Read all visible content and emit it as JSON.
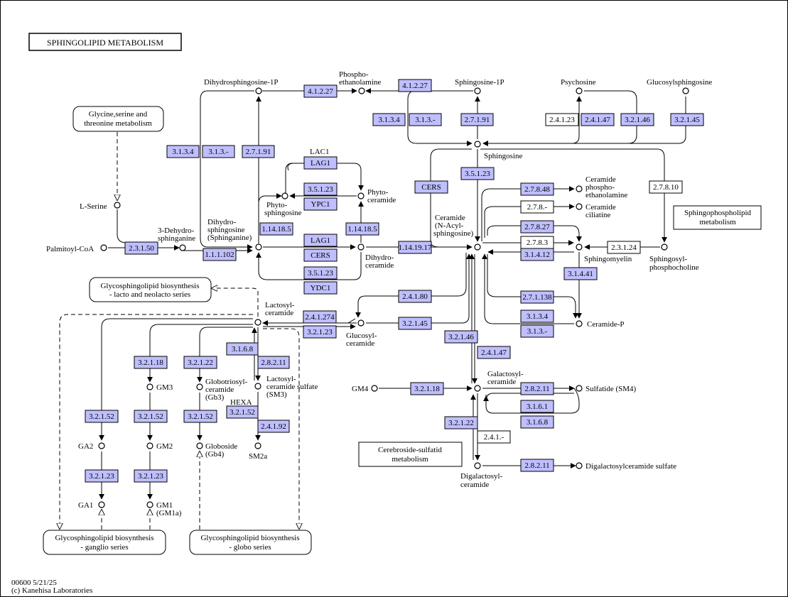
{
  "title": "SPHINGOLIPID METABOLISM",
  "footer": {
    "line1": "00600 5/21/25",
    "line2": "(c) Kanehisa Laboratories"
  },
  "maps": {
    "glycine": [
      "Glycine,serine and",
      "threonine metabolism"
    ],
    "lacto": [
      "Glycosphingolipid biosynthesis",
      "- lacto and neolacto series"
    ],
    "ganglio": [
      "Glycosphingolipid biosynthesis",
      "- ganglio series"
    ],
    "globo": [
      "Glycosphingolipid biosynthesis",
      "- globo series"
    ],
    "sphingophospho": [
      "Sphingophospholipid",
      "metabolism"
    ],
    "cerebroside": [
      "Cerebroside-sulfatid",
      "metabolism"
    ]
  },
  "compounds": {
    "serine": "L-Serine",
    "palmitoyl": "Palmitoyl-CoA",
    "dehydro": [
      "3-Dehydro-",
      "sphinganine"
    ],
    "dihydrosph": [
      "Dihydro-",
      "sphingosine",
      "(Sphinganine)"
    ],
    "dihydrosph1p": "Dihydrosphingosine-1P",
    "phosphoeth": [
      "Phospho-",
      "ethanolamine"
    ],
    "sph1p": "Sphingosine-1P",
    "psychosine": "Psychosine",
    "glucosylsph": "Glucosylsphingosine",
    "sphingosine": "Sphingosine",
    "lac1": "LAC1",
    "phytosph": [
      "Phyto-",
      "sphingosine"
    ],
    "phytocer": [
      "Phyto-",
      "ceramide"
    ],
    "dihydrocer": [
      "Dihydro-",
      "ceramide"
    ],
    "ceramide": [
      "Ceramide",
      "(N-Acyl-",
      "sphingosine)"
    ],
    "cerphosphoeth": [
      "Ceramide",
      "phospho-",
      "ethanolamine"
    ],
    "cerciliatine": [
      "Ceramide",
      "ciliatine"
    ],
    "sphingomyelin": "Sphingomyelin",
    "sphingosylpc": [
      "Sphingosyl-",
      "phosphocholine"
    ],
    "cerp": "Ceramide-P",
    "lactosylcer": [
      "Lactosyl-",
      "ceramide"
    ],
    "glucosylcer": [
      "Glucosyl-",
      "ceramide"
    ],
    "gm4": "GM4",
    "galactosylcer": [
      "Galactosyl-",
      "ceramide"
    ],
    "sulfatide": "Sulfatide (SM4)",
    "digalcer": [
      "Digalactosyl-",
      "ceramide"
    ],
    "digalcersulf": "Digalactosylceramide sulfate",
    "gm3": "GM3",
    "gb3": [
      "Globotriosyl-",
      "ceramide",
      "(Gb3)"
    ],
    "lacsulf": [
      "Lactosyl-",
      "ceramide sulfate",
      "(SM3)"
    ],
    "hexa": "HEXA",
    "sm2a": "SM2a",
    "ga2": "GA2",
    "gm2": "GM2",
    "globoside": [
      "Globoside",
      "(Gb4)"
    ],
    "ga1": "GA1",
    "gm1": [
      "GM1",
      "(GM1a)"
    ]
  },
  "enzymes": {
    "e2_3_1_50": "2.3.1.50",
    "e1_1_1_102": "1.1.1.102",
    "e3_1_3_4a": "3.1.3.4",
    "e3_1_3_a": "3.1.3.-",
    "e2_7_1_91a": "2.7.1.91",
    "e4_1_2_27a": "4.1.2.27",
    "e4_1_2_27b": "4.1.2.27",
    "e3_1_3_4b": "3.1.3.4",
    "e3_1_3_b": "3.1.3.-",
    "e2_7_1_91b": "2.7.1.91",
    "e2_4_1_23": "2.4.1.23",
    "e2_4_1_47a": "2.4.1.47",
    "e3_2_1_46a": "3.2.1.46",
    "e3_2_1_45a": "3.2.1.45",
    "e2_7_8_10": "2.7.8.10",
    "e3_5_1_23a": "3.5.1.23",
    "cers_a": "CERS",
    "lag1_a": "LAG1",
    "e3_5_1_23b": "3.5.1.23",
    "ypc1": "YPC1",
    "e1_14_18_5a": "1.14.18.5",
    "e1_14_18_5b": "1.14.18.5",
    "lag1_b": "LAG1",
    "cers_b": "CERS",
    "e3_5_1_23c": "3.5.1.23",
    "ydc1": "YDC1",
    "e1_14_19_17": "1.14.19.17",
    "e2_7_8_48": "2.7.8.48",
    "e2_7_8_x": "2.7.8.-",
    "e2_7_8_27": "2.7.8.27",
    "e2_7_8_3": "2.7.8.3",
    "e3_1_4_12": "3.1.4.12",
    "e2_3_1_24": "2.3.1.24",
    "e3_1_4_41": "3.1.4.41",
    "e2_7_1_138": "2.7.1.138",
    "e3_1_3_4c": "3.1.3.4",
    "e3_1_3_c": "3.1.3.-",
    "e2_4_1_80": "2.4.1.80",
    "e2_4_1_274": "2.4.1.274",
    "e3_2_1_23a": "3.2.1.23",
    "e3_2_1_45b": "3.2.1.45",
    "e3_2_1_46b": "3.2.1.46",
    "e2_4_1_47b": "2.4.1.47",
    "e3_2_1_18a": "3.2.1.18",
    "e2_8_2_11a": "2.8.2.11",
    "e3_1_6_1": "3.1.6.1",
    "e3_1_6_8a": "3.1.6.8",
    "e3_2_1_22a": "3.2.1.22",
    "e2_4_1_x": "2.4.1.-",
    "e2_8_2_11b": "2.8.2.11",
    "e3_2_1_18b": "3.2.1.18",
    "e3_2_1_22b": "3.2.1.22",
    "e3_1_6_8b": "3.1.6.8",
    "e2_8_2_11c": "2.8.2.11",
    "e3_2_1_52a": "3.2.1.52",
    "e3_2_1_52b": "3.2.1.52",
    "e3_2_1_52c": "3.2.1.52",
    "e3_2_1_52d": "3.2.1.52",
    "e2_4_1_92": "2.4.1.92",
    "e3_2_1_23b": "3.2.1.23",
    "e3_2_1_23c": "3.2.1.23"
  }
}
